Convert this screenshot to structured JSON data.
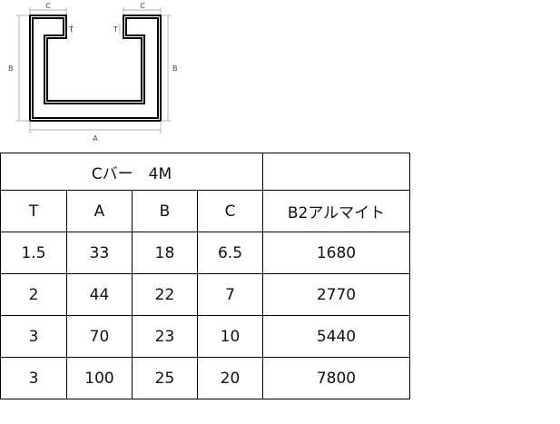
{
  "diagram": {
    "dimension_labels": {
      "c_left": "C",
      "c_right": "C",
      "t_left": "T",
      "t_right": "T",
      "b_left": "B",
      "b_right": "B",
      "a_bottom": "A"
    }
  },
  "table": {
    "title": "Cバー　4M",
    "headers": [
      "T",
      "A",
      "B",
      "C",
      "B2アルマイト"
    ],
    "rows": [
      [
        "1.5",
        "33",
        "18",
        "6.5",
        "1680"
      ],
      [
        "2",
        "44",
        "22",
        "7",
        "2770"
      ],
      [
        "3",
        "70",
        "23",
        "10",
        "5440"
      ],
      [
        "3",
        "100",
        "25",
        "20",
        "7800"
      ]
    ]
  }
}
